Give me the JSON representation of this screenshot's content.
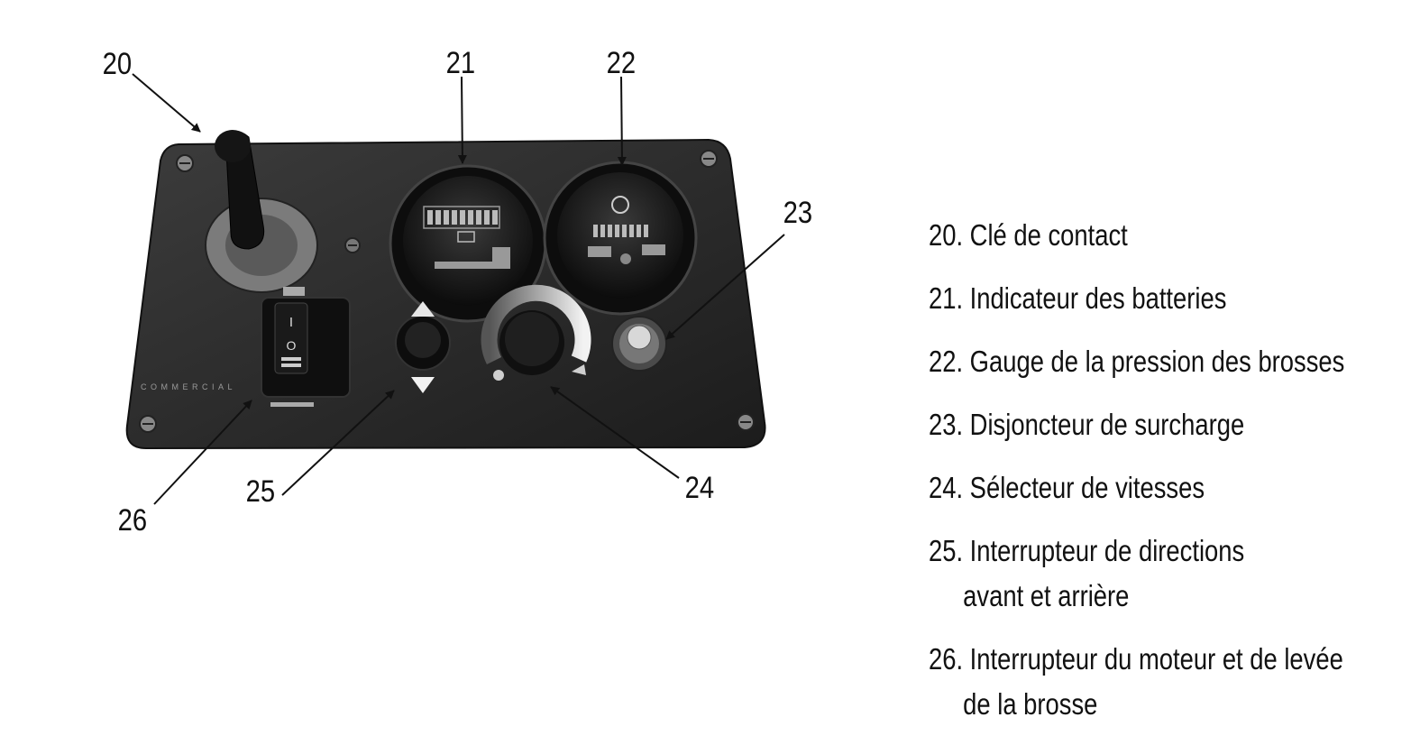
{
  "callouts": {
    "c20": "20",
    "c21": "21",
    "c22": "22",
    "c23": "23",
    "c24": "24",
    "c25": "25",
    "c26": "26"
  },
  "panel": {
    "brand_text": "COMMERCIAL",
    "switch_on_symbol": "I",
    "switch_off_symbol": "O"
  },
  "legend": {
    "item20": "20. Clé de contact",
    "item21": "21. Indicateur des batteries",
    "item22": "22. Gauge de la pression des brosses",
    "item23": "23. Disjoncteur de surcharge",
    "item24": "24. Sélecteur de vitesses",
    "item25_line1": "25. Interrupteur de directions",
    "item25_line2": "avant et arrière",
    "item26_line1": "26. Interrupteur du moteur et de levée",
    "item26_line2": "de la brosse"
  }
}
